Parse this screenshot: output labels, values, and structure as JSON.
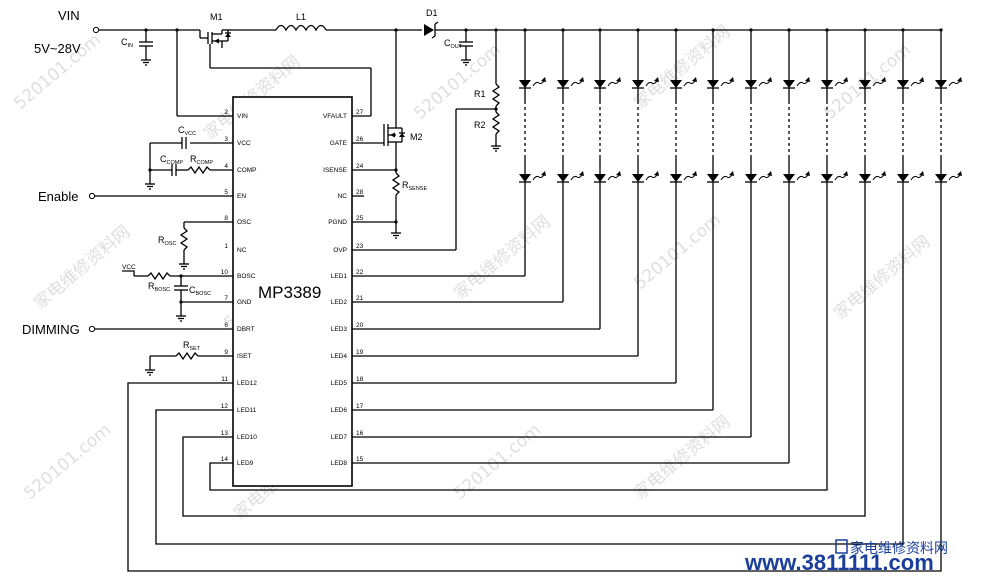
{
  "labels": {
    "vin": "VIN",
    "vin_range": "5V~28V",
    "enable": "Enable",
    "dimming": "DIMMING",
    "m1": "M1",
    "m2": "M2",
    "l1": "L1",
    "d1": "D1",
    "r1": "R1",
    "r2": "R2",
    "cin_main": "C",
    "cin_sub": "IN",
    "cout_main": "C",
    "cout_sub": "OUT",
    "cvcc_main": "C",
    "cvcc_sub": "VCC",
    "ccomp_main": "C",
    "ccomp_sub": "COMP",
    "rcomp_main": "R",
    "rcomp_sub": "COMP",
    "rsense_main": "R",
    "rsense_sub": "SENSE",
    "rosc_main": "R",
    "rosc_sub": "OSC",
    "rbosc_main": "R",
    "rbosc_sub": "BOSC",
    "cbosc_main": "C",
    "cbosc_sub": "BOSC",
    "rset_main": "R",
    "rset_sub": "SET",
    "vcc": "VCC"
  },
  "chip": {
    "name": "MP3389"
  },
  "left_pins": [
    {
      "num": "2",
      "name": "VIN"
    },
    {
      "num": "3",
      "name": "VCC"
    },
    {
      "num": "4",
      "name": "COMP"
    },
    {
      "num": "5",
      "name": "EN"
    },
    {
      "num": "8",
      "name": "OSC"
    },
    {
      "num": "1",
      "name": "NC"
    },
    {
      "num": "10",
      "name": "BOSC"
    },
    {
      "num": "7",
      "name": "GND"
    },
    {
      "num": "6",
      "name": "DBRT"
    },
    {
      "num": "9",
      "name": "ISET"
    },
    {
      "num": "11",
      "name": "LED12"
    },
    {
      "num": "12",
      "name": "LED11"
    },
    {
      "num": "13",
      "name": "LED10"
    },
    {
      "num": "14",
      "name": "LED9"
    }
  ],
  "right_pins": [
    {
      "num": "27",
      "name": "VFAULT"
    },
    {
      "num": "26",
      "name": "GATE"
    },
    {
      "num": "24",
      "name": "ISENSE"
    },
    {
      "num": "28",
      "name": "NC"
    },
    {
      "num": "25",
      "name": "PGND"
    },
    {
      "num": "23",
      "name": "OVP"
    },
    {
      "num": "22",
      "name": "LED1"
    },
    {
      "num": "21",
      "name": "LED2"
    },
    {
      "num": "20",
      "name": "LED3"
    },
    {
      "num": "19",
      "name": "LED4"
    },
    {
      "num": "18",
      "name": "LED5"
    },
    {
      "num": "17",
      "name": "LED6"
    },
    {
      "num": "16",
      "name": "LED7"
    },
    {
      "num": "15",
      "name": "LED8"
    }
  ],
  "watermark": {
    "site": "520101.com",
    "cn": "家电维修资料网"
  },
  "footer": {
    "url": "www.3811111.com",
    "logo_cn": "家电维修资料网"
  }
}
